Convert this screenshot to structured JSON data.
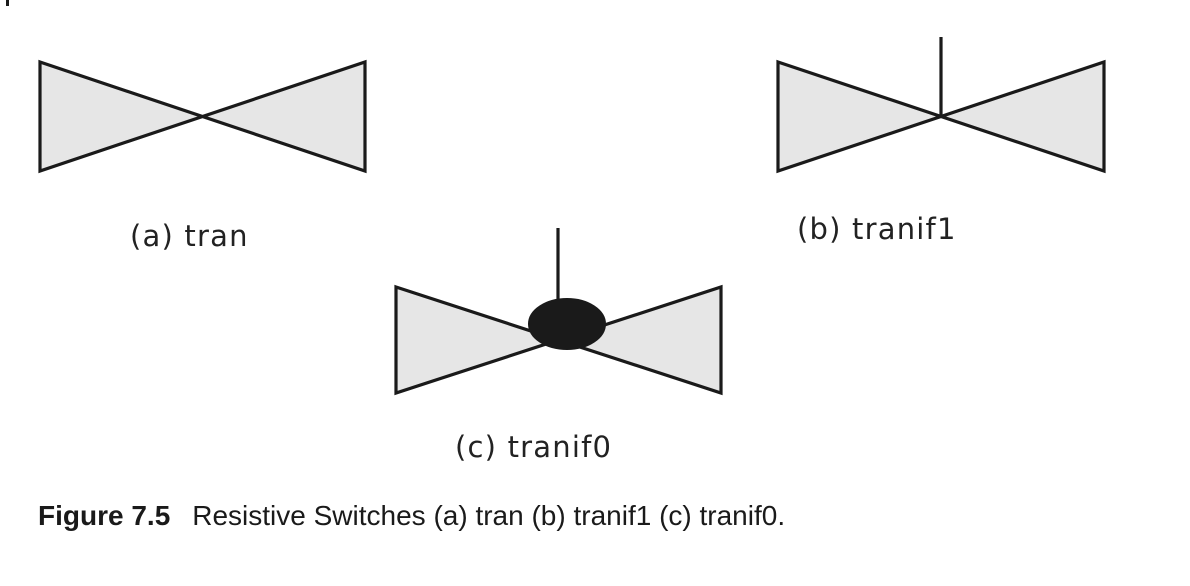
{
  "figure": {
    "number": "Figure 7.5",
    "caption": "Resistive Switches (a) tran (b) tranif1 (c) tranif0."
  },
  "switches": [
    {
      "id": "a",
      "label": "(a) tran",
      "gate": "none"
    },
    {
      "id": "b",
      "label": "(b) tranif1",
      "gate": "line"
    },
    {
      "id": "c",
      "label": "(c) tranif0",
      "gate": "inverted-bubble"
    }
  ],
  "colors": {
    "fill": "#e6e6e6",
    "stroke": "#1a1a1a",
    "bubble": "#1a1a1a"
  }
}
